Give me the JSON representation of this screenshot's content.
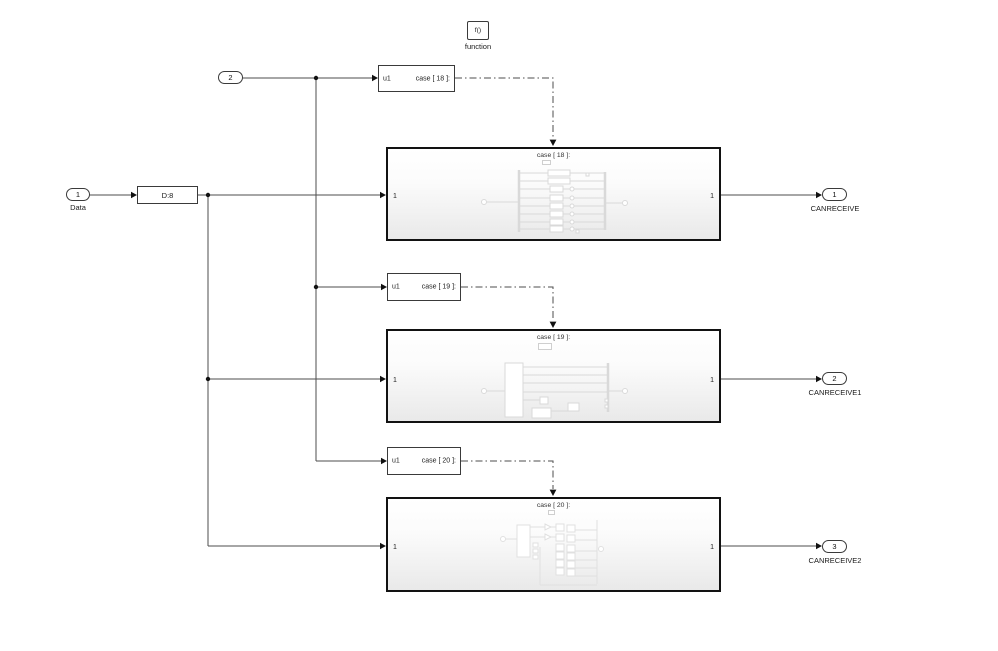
{
  "ports": {
    "inport_data": {
      "number": "1",
      "name": "Data"
    },
    "inport_2": {
      "number": "2"
    },
    "outport_1": {
      "number": "1",
      "name": "CANRECEIVE"
    },
    "outport_2": {
      "number": "2",
      "name": "CANRECEIVE1"
    },
    "outport_3": {
      "number": "3",
      "name": "CANRECEIVE2"
    }
  },
  "blocks": {
    "d8": {
      "label": "D:8"
    },
    "function_block": {
      "icon": "f()",
      "caption": "function"
    },
    "switch_case_1": {
      "input": "u1",
      "case": "case [ 18 ]:"
    },
    "switch_case_2": {
      "input": "u1",
      "case": "case [ 19 ]:"
    },
    "switch_case_3": {
      "input": "u1",
      "case": "case [ 20 ]:"
    },
    "subsystem_1": {
      "action": "case [ 18 ]:",
      "in": "1",
      "out": "1"
    },
    "subsystem_2": {
      "action": "case [ 19 ]:",
      "in": "1",
      "out": "1"
    },
    "subsystem_3": {
      "action": "case [ 20 ]:",
      "in": "1",
      "out": "1"
    }
  },
  "colors": {
    "background": "#ffffff",
    "wire": "#4d4d4d",
    "arrow": "#111111",
    "block_border": "#3a3a3a",
    "subsystem_border": "#121212",
    "preview_stroke": "#d9d9d9"
  }
}
